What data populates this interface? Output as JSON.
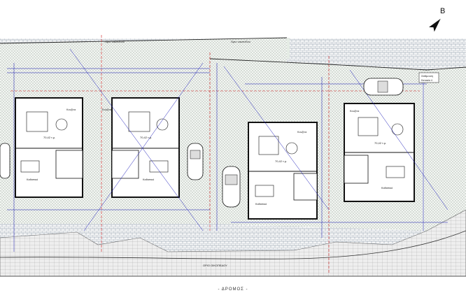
{
  "drawing": {
    "north_label": "B",
    "road_label": "- ΔΡΟΜΟΣ -",
    "plot_labels": [
      "Όριο οικοπέδου",
      "Όριο οικοπέδου"
    ],
    "lower_boundary_label": "ΟΡΙΟ ΟΙΚΟΠΕΔΟΥ",
    "room_labels": [
      "Καθιστικό",
      "Κουζίνα",
      "Καθιστικό",
      "Κουζίνα",
      "Καθιστικό",
      "Κουζίνα",
      "Καθιστικό",
      "Κουζίνα"
    ],
    "area_labels": [
      "70,42 τ.μ.",
      "70,42 τ.μ.",
      "70,42 τ.μ.",
      "70,42 τ.μ."
    ],
    "parking_labels": [
      "Στάθμευση",
      "Κατοικία 4"
    ],
    "colors": {
      "paving": "#8c99a8",
      "lawn": "#cfd7cf",
      "dims": "#1b1bb8",
      "walls": "#111111",
      "axis": "#d01818"
    }
  }
}
